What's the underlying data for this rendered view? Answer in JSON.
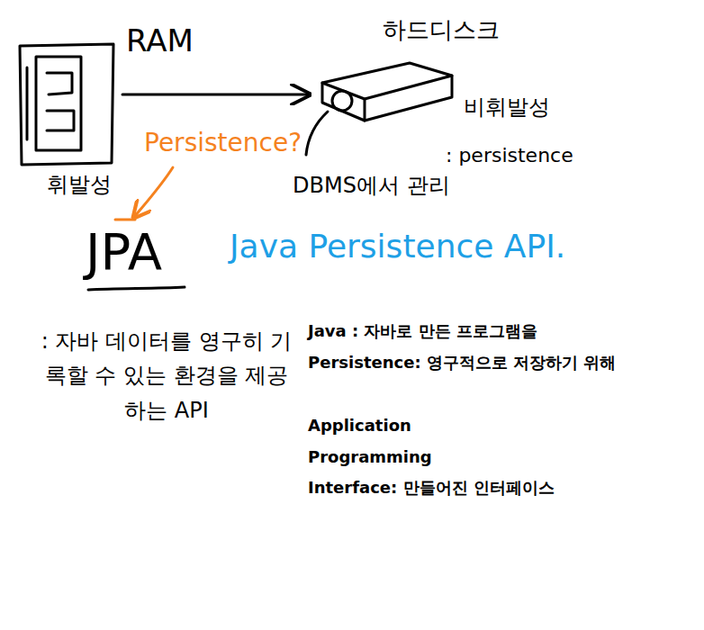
{
  "diagram": {
    "nodes": [
      {
        "text": [
          "RAM",
          "휘발성"
        ]
      },
      {
        "text": [
          "하드디스크",
          "비휘발성",
          ": persistence",
          "DBMS에서 관리"
        ]
      }
    ],
    "edges": [
      {
        "from": 0,
        "to": 1,
        "arrow": "to"
      }
    ],
    "labels": [
      "Persistence?",
      "JPA",
      "Java Persistence API.",
      ": 자바 데이터를 영구히 기록할 수 있는 환경을 제공하는 API",
      "Java : 자바로 만든 프로그램을",
      "Persistence: 영구적으로 저장하기 위해",
      "Application",
      "Programming",
      "Interface: 만들어진 인터페이스"
    ]
  }
}
